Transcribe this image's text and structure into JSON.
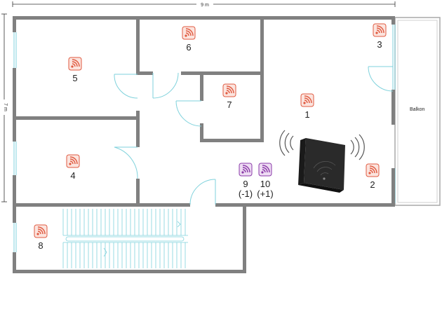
{
  "dimensions": {
    "width_label": "9 m",
    "height_label": "7 m"
  },
  "balcony_label": "Balkon",
  "colors": {
    "wall": "#808080",
    "window": "#7fd2dc",
    "marker_red": "#e05a40",
    "marker_red_bg": "#fbe4de",
    "marker_purple": "#8a3aa8",
    "marker_purple_bg": "#eedcf3",
    "router_body": "#2a2a2a"
  },
  "icons": {
    "wifi_marker": "wifi-signal-icon",
    "router": "router-icon",
    "signal_waves": "signal-waves-icon",
    "stairs": "staircase-icon"
  },
  "markers": [
    {
      "id": "m1",
      "label": "1",
      "color": "red"
    },
    {
      "id": "m2",
      "label": "2",
      "color": "red"
    },
    {
      "id": "m3",
      "label": "3",
      "color": "red"
    },
    {
      "id": "m4",
      "label": "4",
      "color": "red"
    },
    {
      "id": "m5",
      "label": "5",
      "color": "red"
    },
    {
      "id": "m6",
      "label": "6",
      "color": "red"
    },
    {
      "id": "m7",
      "label": "7",
      "color": "red"
    },
    {
      "id": "m8",
      "label": "8",
      "color": "red"
    },
    {
      "id": "m9",
      "label": "9",
      "sublabel": "(-1)",
      "color": "purple"
    },
    {
      "id": "m10",
      "label": "10",
      "sublabel": "(+1)",
      "color": "purple"
    }
  ]
}
